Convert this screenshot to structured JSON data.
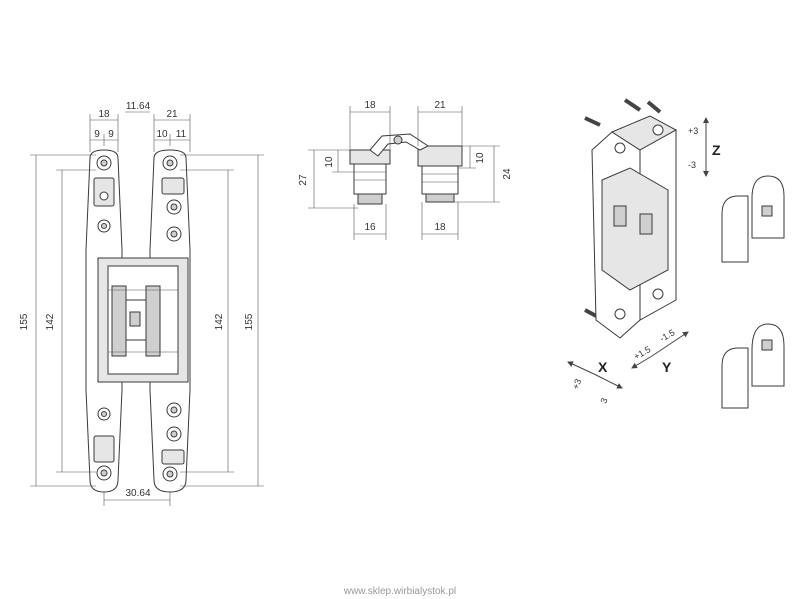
{
  "front_view": {
    "dim_top_left_total": "18",
    "dim_top_left_a": "9",
    "dim_top_left_b": "9",
    "dim_gap": "11.64",
    "dim_top_right_total": "21",
    "dim_top_right_a": "10",
    "dim_top_right_b": "11",
    "dim_height_outer_left": "155",
    "dim_height_inner_left": "142",
    "dim_height_inner_right": "142",
    "dim_height_outer_right": "155",
    "dim_bottom_width": "30.64"
  },
  "top_view": {
    "dim_left_width": "18",
    "dim_right_width": "21",
    "dim_left_height": "27",
    "dim_left_inner": "10",
    "dim_right_inner": "10",
    "dim_right_height": "24",
    "dim_left_bottom": "16",
    "dim_right_bottom": "18"
  },
  "iso_view": {
    "z_label": "Z",
    "z_plus": "+3",
    "z_minus": "-3",
    "x_label": "X",
    "x_plus": "+3",
    "x_minus": "3",
    "y_label": "Y",
    "y_plus": "+1.5",
    "y_minus": "-1.5"
  },
  "watermark": "www.sklep.wirbialystok.pl"
}
